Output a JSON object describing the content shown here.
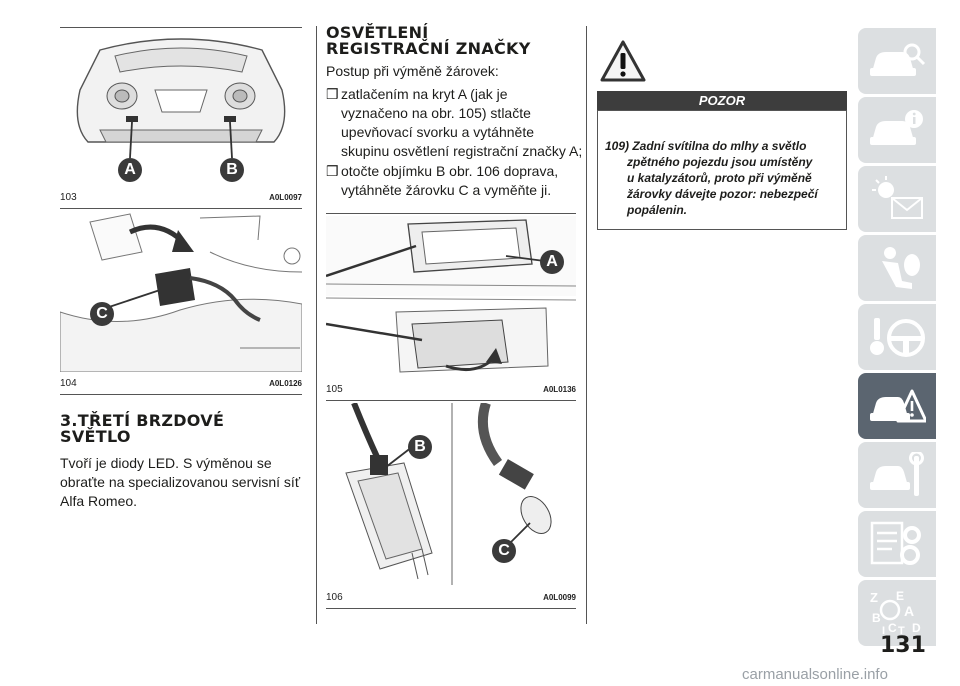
{
  "figures": [
    {
      "number": "103",
      "code": "A0L0097",
      "callouts": [
        "A",
        "B"
      ]
    },
    {
      "number": "104",
      "code": "A0L0126",
      "callouts": [
        "C"
      ]
    },
    {
      "number": "105",
      "code": "A0L0136",
      "callouts": [
        "A"
      ]
    },
    {
      "number": "106",
      "code": "A0L0099",
      "callouts": [
        "B",
        "C"
      ]
    }
  ],
  "section_brake": {
    "title_line1": "3.TŘETÍ BRZDOVÉ",
    "title_line2": "SVĚTLO",
    "lines": [
      "Tvoří je diody LED. S výměnou se",
      "obraťte na specializovanou servisní síť",
      "Alfa Romeo."
    ]
  },
  "section_plate": {
    "title_line1": "OSVĚTLENÍ",
    "title_line2": "REGISTRAČNÍ ZNAČKY",
    "intro": "Postup při výměně žárovek:",
    "bullet_symbol": "❒",
    "bullets": [
      [
        "zatlačením na kryt A (jak je",
        "vyznačeno na obr. 105) stlačte",
        "upevňovací svorku a vytáhněte",
        "skupinu osvětlení registrační značky A;"
      ],
      [
        "otočte objímku B obr. 106 doprava,",
        "vytáhněte žárovku C a vyměňte ji."
      ]
    ]
  },
  "warning": {
    "heading": "POZOR",
    "lines": [
      "109) Zadní svítilna do mlhy a světlo",
      "zpětného pojezdu jsou umístěny",
      "u katalyzátorů, proto při výměně",
      "žárovky dávejte pozor: nebezpečí",
      "popálenin."
    ]
  },
  "side_tabs": [
    {
      "icon": "car-search-icon"
    },
    {
      "icon": "car-info-icon"
    },
    {
      "icon": "dashboard-lights-icon"
    },
    {
      "icon": "airbag-seat-icon"
    },
    {
      "icon": "steering-key-icon"
    },
    {
      "icon": "car-warning-icon",
      "active": true
    },
    {
      "icon": "car-wrench-icon"
    },
    {
      "icon": "specs-gears-icon"
    },
    {
      "icon": "alphabetical-index-icon",
      "letters": [
        "Z",
        "E",
        "A",
        "B",
        "C",
        "T",
        "D",
        "I"
      ]
    }
  ],
  "page_number": "131",
  "watermark": "carmanualsonline.info",
  "colors": {
    "tab_active": "#5b6570",
    "tab_inactive": "#dcdfe1",
    "warning_bar": "#3d3d3d",
    "callout_badge": "#3a3a3a"
  }
}
